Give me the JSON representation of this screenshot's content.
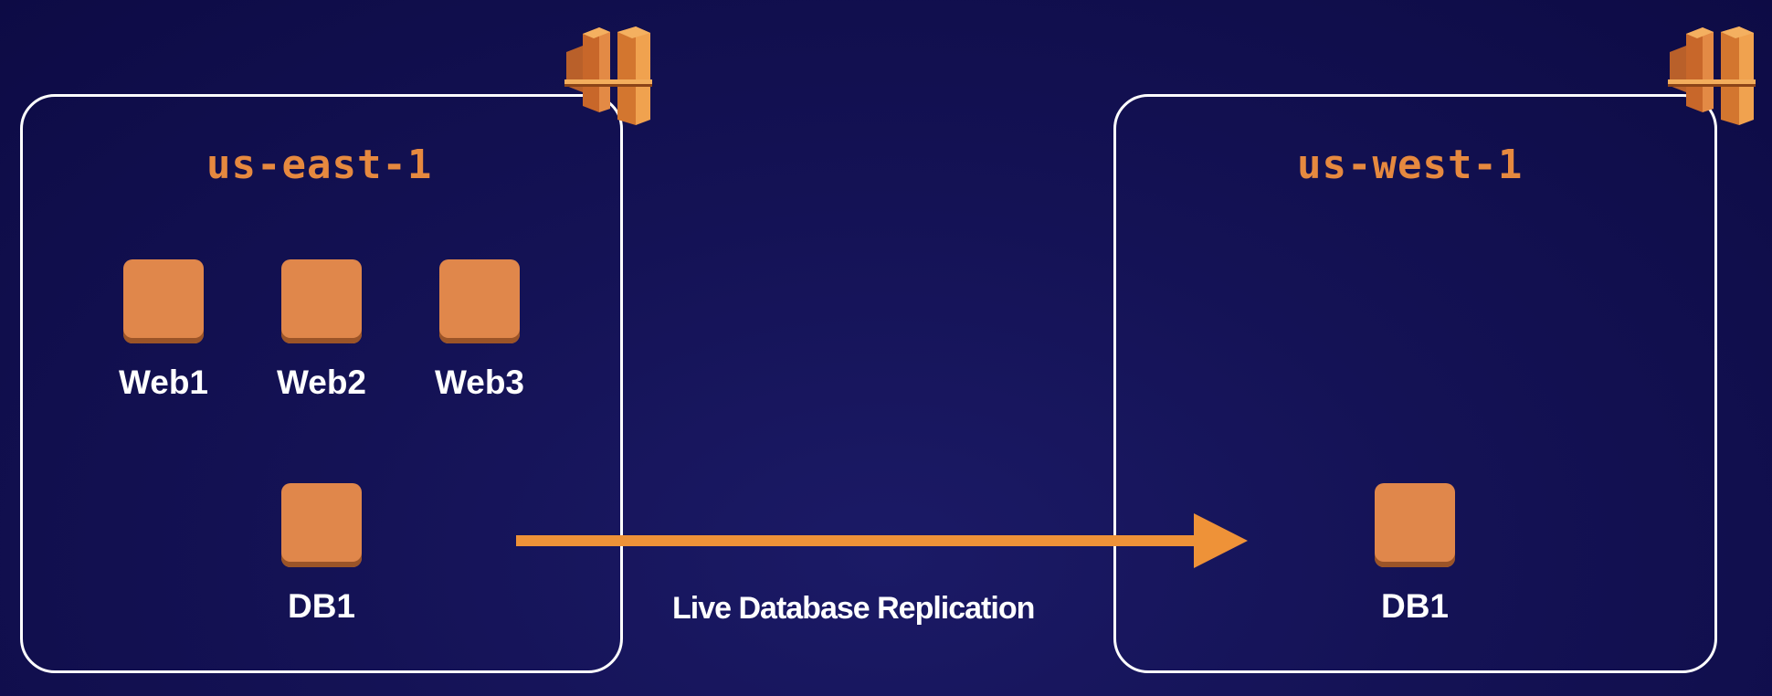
{
  "colors": {
    "background": "#120f52",
    "accent_orange": "#e6893f",
    "server_orange": "#e0874b",
    "border_white": "#ffffff"
  },
  "regions": {
    "east": {
      "label": "us-east-1",
      "icon": "aws-region-icon",
      "servers": {
        "web1": "Web1",
        "web2": "Web2",
        "web3": "Web3",
        "db1": "DB1"
      }
    },
    "west": {
      "label": "us-west-1",
      "icon": "aws-region-icon",
      "servers": {
        "db1": "DB1"
      }
    }
  },
  "connection": {
    "label": "Live Database Replication",
    "icon": "arrow-right-icon"
  }
}
